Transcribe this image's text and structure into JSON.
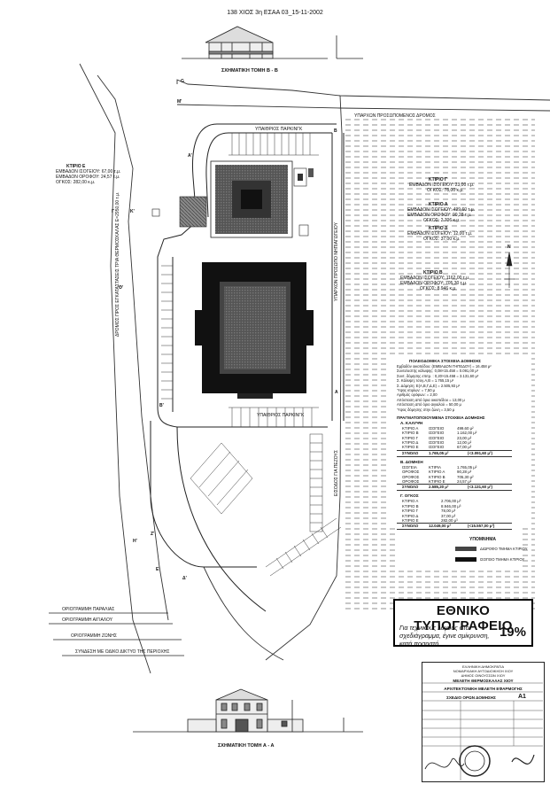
{
  "header": {
    "fax_stamp": "138 ΧΙΟΣ 3η ΕΣΑΑ 03_15-11-2002"
  },
  "sections": {
    "top": "ΣΧΗΜΑΤΙΚΗ ΤΟΜΗ Β - Β",
    "bottom": "ΣΧΗΜΑΤΙΚΗ ΤΟΜΗ Α - Α"
  },
  "road_labels": {
    "existing_road": "ΥΠΑΡΧΩΝ ΠΡΟΣΩΠΟΜΕΝΟΣ ΔΡΟΜΟΣ",
    "parking_top": "ΥΠΑΙΘΡΙΟΣ ΠΑΡΚΙΝΓΚ",
    "parking_bottom": "ΥΠΑΙΘΡΙΟΣ ΠΑΡΚΙΝΓΚ",
    "vertical_road": "ΔΡΟΜΟΣ ΠΡΟΣ ΕΓΚΑΤΑΣΤΑΣΕΙΣ ΤΡΙΑ ΘΕΡΜΟΣΚΑΛΑΣ Ε=2950,00 τ.μ.",
    "right_strip": "ΥΠΑΡΧΟΝ ΠΡΟΣΩΠΟ ΝΗΠΙΑΓΩΓΕΙΟΥ",
    "right_strip2": "ΕΙΣΟΔΟΣ ΓΙΑ ΠΕΖΟΥΣ",
    "approach_line": "ΟΡΙΟΓΡΑΜΜΗ ΠΑΡΑΛΙΑΣ",
    "coast_line": "ΟΡΙΟΓΡΑΜΜΗ ΑΙΓΙΑΛΟΥ",
    "zone_line": "ΟΡΙΟΓΡΑΜΜΗ ΖΩΝΗΣ",
    "connection": "ΣΥΝΔΕΣΗ ΜΕ ΟΔΙΚΟ ΔΙΚΤΥΟ ΤΗΣ ΠΕΡΙΟΧΗΣ"
  },
  "points": [
    "G",
    "M'",
    "A'",
    "B",
    "Γ",
    "K'",
    "Θ'",
    "A",
    "B'",
    "H'",
    "Z'",
    "E'",
    "Δ'",
    "I'",
    "Γ'",
    "Θ",
    "K",
    "Δ"
  ],
  "building_labels": {
    "ktirio_e": [
      "ΚΤΙΡΙΟ Ε",
      "ΕΜΒΑΔΟΝ ΙΣΟΓΕΙΟΥ: 67,00 τ.μ.",
      "ΕΜΒΑΔΟΝ ΟΡΟΦΟΥ: 24,57 τ.μ.",
      "ΟΓΚΟΣ: 282,00 κ.μ."
    ],
    "ktirio_g": [
      "ΚΤΙΡΙΟ Γ",
      "ΕΜΒΑΔΟΝ ΙΣΟΓΕΙΟΥ: 23,00 τ.μ.",
      "ΟΓΚΟΣ: 78,00 κ.μ."
    ],
    "ktirio_a": [
      "ΚΤΙΡΙΟ Α",
      "ΕΜΒΑΔΟΝ ΙΣΟΓΕΙΟΥ: 499,60 τ.μ.",
      "ΕΜΒΑΔΟΝ ΟΡΟΦΟΥ: 90,28 τ.μ.",
      "ΟΓΚΟΣ: 2.706 κ.μ."
    ],
    "ktirio_d": [
      "ΚΤΙΡΙΟ Δ",
      "ΕΜΒΑΔΟΝ ΙΣΟΓΕΙΟΥ: 12,00 τ.μ.",
      "ΟΓΚΟΣ: 37,00 κ.μ."
    ],
    "ktirio_b": [
      "ΚΤΙΡΙΟ Β",
      "ΕΜΒΑΔΟΝ ΙΣΟΓΕΙΟΥ: 1162,00 τ.μ.",
      "ΕΜΒΑΔΟΝ ΟΡΟΦΟΥ: 705,30 τ.μ.",
      "ΟΓΚΟΣ: 8.946 κ.μ."
    ]
  },
  "stats": {
    "title1": "ΠΟΛΕΟΔΟΜΙΚΑ ΣΤΟΙΧΕΙΑ ΔΟΜΗΣΗΣ",
    "lines1": [
      "Εμβαδόν οικοπέδου: (ΕΜΒΑΔΟΝ ΓΗΠΕΔΟΥ)  = 16.458 μ²",
      "Συντελεστής κάλυψης:    0,08×15.458 = 0.091,00 μ²",
      "Συντ. δόμησης επιτρ. :   0,20×15.458 = 3.131,60 μ²",
      "Σ. Κάλυψη:              Ισογ.Α,Β  = 1.765,15 μ²",
      "Σ. Δόμηση:             Ε(Α,Β,Γ,Δ,Ε)  = 2.505,93 μ²",
      "Ύψος κτιρίων:                     =  7,50 μ",
      "Αριθμός ορόφων:                   =  2,00",
      "Απόσταση από όρια οικοπέδου       = 13,00 μ",
      "Απόσταση από όριο αιγιαλού         = 50,00 μ",
      "Ύψος δόμησης στην ζώνη             =  3,50 μ"
    ],
    "title2": "ΠΡΑΓΜΑΤΟΠΟΙΟΥΜΕΝΑ ΣΤΟΙΧΕΙΑ ΔΟΜΗΣΗΣ",
    "block_a_title": "Α. ΚΑΛΥΨΗ",
    "block_a": [
      [
        "ΚΤΙΡΙΟ Α",
        "ΙΣΟΓΕΙΟ",
        "499,60 μ²"
      ],
      [
        "ΚΤΙΡΙΟ Β",
        "ΙΣΟΓΕΙΟ",
        "1.162,00 μ²"
      ],
      [
        "ΚΤΙΡΙΟ Γ",
        "ΙΣΟΓΕΙΟ",
        "23,00 μ²"
      ],
      [
        "ΚΤΙΡΙΟ Δ",
        "ΙΣΟΓΕΙΟ",
        "12,00 μ²"
      ],
      [
        "ΚΤΙΡΙΟ Ε",
        "ΙΣΟΓΕΙΟ",
        "67,00 μ²"
      ]
    ],
    "block_a_total": [
      "ΣΥΝΟΛΟ",
      "1.765,05 μ²",
      "(<3.091,60 μ²)"
    ],
    "block_b_title": "Β. ΔΟΜΗΣΗ",
    "block_b": [
      [
        "ΙΣΟΓΕΙΑ",
        "ΚΤΙΡΙΑ",
        "1.765,05 μ²"
      ],
      [
        "ΟΡΟΦΟΣ",
        "ΚΤΙΡΙΟ Α",
        "90,28 μ²"
      ],
      [
        "ΟΡΟΦΟΣ",
        "ΚΤΙΡΙΟ Β",
        "705,30 μ²"
      ],
      [
        "ΟΡΟΦΟΣ",
        "ΚΤΙΡΙΟ Ε",
        "24,57 μ²"
      ]
    ],
    "block_b_total": [
      "ΣΥΝΟΛΟ",
      "2.585,20 μ²",
      "(<3.131,60 μ²)"
    ],
    "block_c_title": "Γ. ΟΓΚΟΣ",
    "block_c": [
      [
        "ΚΤΙΡΙΟ Α",
        "2.706,00 μ³"
      ],
      [
        "ΚΤΙΡΙΟ Β",
        "8.946,00 μ³"
      ],
      [
        "ΚΤΙΡΙΟ Γ",
        "78,00 μ³"
      ],
      [
        "ΚΤΙΡΙΟ Δ",
        "37,00 μ³"
      ],
      [
        "ΚΤΙΡΙΟ Ε",
        "282,00 μ³"
      ]
    ],
    "block_c_total": [
      "ΣΥΝΟΛΟ",
      "12.049,00 μ³",
      "(<15.557,00 μ³)"
    ]
  },
  "legend": {
    "title": "ΥΠΟΜΝΗΜΑ",
    "item1": "ΔΙΩΡΟΦΟ ΤΜΗΜΑ ΚΤΙΡΙΟΥ",
    "item2": "ΙΣΟΓΕΙΟ ΤΜΗΜΑ ΚΤΙΡΙΟΥ"
  },
  "stamp": {
    "title": "ΕΘΝΙΚΟ ΤΥΠΟΓΡΑΦΕΙΟ",
    "note": "Για τεχνικούς λόγους στο σχεδιάγραμμα, έγινε σμίκρυνση, κατά ποσοστό",
    "percent": "19%"
  },
  "title_block": {
    "org": [
      "ΕΛΛΗΝΙΚΗ ΔΗΜΟΚΡΑΤΙΑ",
      "ΝΟΜΑΡΧΙΑΚΗ ΑΥΤΟΔΙΟΙΚΗΣΗ ΧΙΟΥ",
      "ΔΗΜΟΣ ΟΙΝΟΥΣΣΩΝ ΧΙΟΥ"
    ],
    "project": "ΜΕΛΕΤΗ ΘΕΡΜΟΣΚΑΛΑΣ ΧΙΟΥ",
    "study": "ΑΡΧΙΤΕΚΤΟΝΙΚΗ ΜΕΛΕΤΗ ΕΦΑΡΜΟΓΗΣ",
    "drawing": "ΣΧΕΔΙΟ ΟΡΩΝ ΔΟΜΗΣΗΣ",
    "sheet": "Α1"
  },
  "north_label": "Ν"
}
